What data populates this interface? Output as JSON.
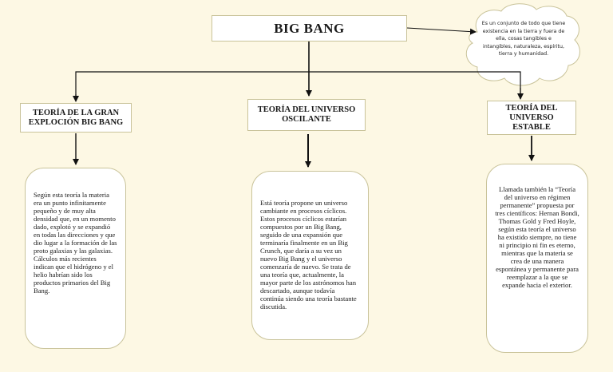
{
  "title": "BIG BANG",
  "definition": "Es un conjunto de todo que tiene existencia en la tierra y fuera de ella, cosas tangibles e intangibles, naturaleza, espíritu, tierra y humanidad.",
  "branches": [
    {
      "title": "TEORÍA DE LA GRAN EXPLOCIÓN BIG BANG",
      "description": "Según esta teoría la materia era un punto infinitamente pequeño y de muy alta densidad que, en un momento dado, explotó y se expandió en todas las direcciones y que dio lugar a la formación de las proto galaxias y las galaxias. Cálculos más recientes indican que el hidrógeno y el helio habrían sido los productos primarios del Big Bang."
    },
    {
      "title": "TEORÍA DEL UNIVERSO OSCILANTE",
      "description": "Está teoría propone un universo cambiante en procesos cíclicos. Estos procesos cíclicos estarían compuestos por un Big Bang, seguido de una expansión que terminaría finalmente en un Big Crunch, que daría a su vez un nuevo Big Bang y el universo comenzaría de nuevo. Se trata de una teoría que, actualmente, la mayor parte de los astrónomos han descartado, aunque todavía continúa siendo una teoría bastante discutida."
    },
    {
      "title": "TEORÍA DEL UNIVERSO ESTABLE",
      "description": "Llamada también la “Teoría del universo en régimen permanente” propuesta por tres científicos: Hernan Bondi, Thomas Gold y Fred Hoyle, según esta teoría el universo ha existido siempre, no tiene ni principio ni fin es eterno, mientras que la materia se crea de una manera espontánea y permanente para reemplazar a la que se expande hacia el exterior."
    }
  ]
}
